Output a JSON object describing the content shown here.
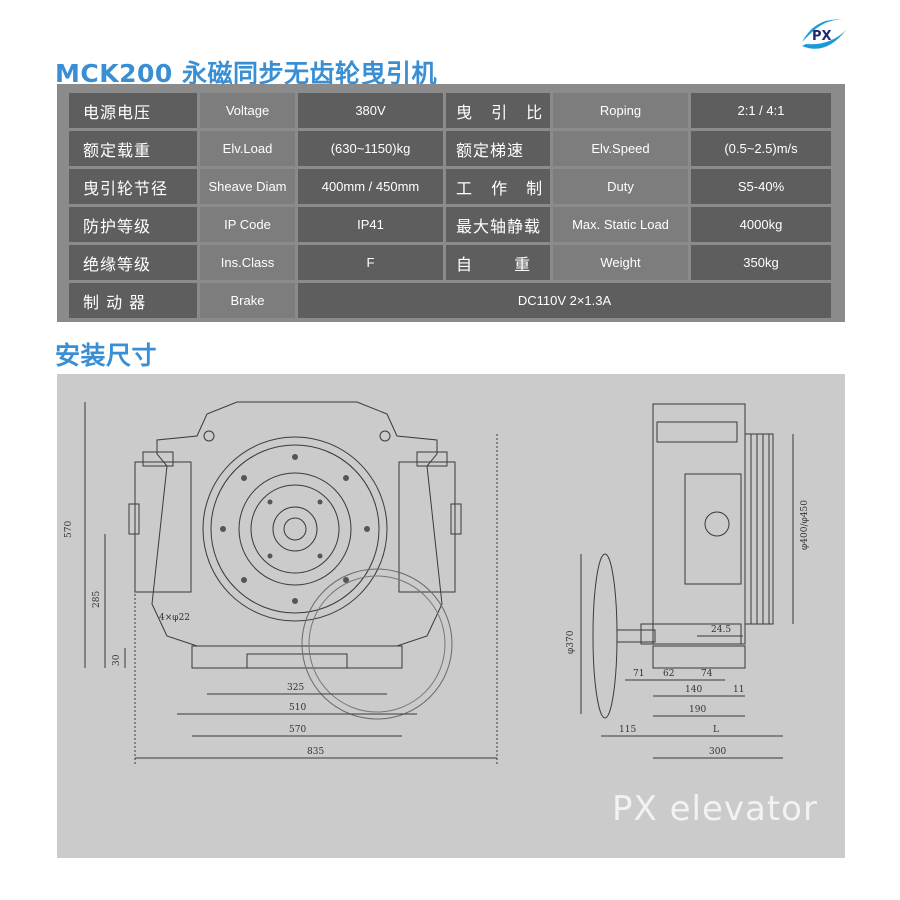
{
  "logo": {
    "text": "PX"
  },
  "title": "MCK200 永磁同步无齿轮曳引机",
  "install_heading": "安装尺寸",
  "specs": [
    {
      "cn": "电源电压",
      "en": "Voltage",
      "value": "380V",
      "cn2": "曳 引 比",
      "en2": "Roping",
      "value2": "2:1 / 4:1"
    },
    {
      "cn": "额定载重",
      "en": "Elv.Load",
      "value": "(630~1150)kg",
      "cn2": "额定梯速",
      "en2": "Elv.Speed",
      "value2": "(0.5~2.5)m/s"
    },
    {
      "cn": "曳引轮节径",
      "en": "Sheave Diam",
      "value": "400mm / 450mm",
      "cn2": "工 作 制",
      "en2": "Duty",
      "value2": "S5-40%"
    },
    {
      "cn": "防护等级",
      "en": "IP Code",
      "value": "IP41",
      "cn2": "最大轴静载",
      "en2": "Max. Static Load",
      "value2": "4000kg"
    },
    {
      "cn": "绝缘等级",
      "en": "Ins.Class",
      "value": "F",
      "cn2": "自　 重",
      "en2": "Weight",
      "value2": "350kg"
    }
  ],
  "brake": {
    "cn": "制 动 器",
    "en": "Brake",
    "value": "DC110V   2×1.3A"
  },
  "dims": {
    "h570": "570",
    "h285": "285",
    "h30": "30",
    "holes": "4×φ22",
    "w325": "325",
    "w510": "510",
    "w570": "570",
    "w835": "835",
    "d370": "φ370",
    "d400": "φ400/φ450",
    "s245": "24.5",
    "s71": "71",
    "s62": "62",
    "s74": "74",
    "s140": "140",
    "s11": "11",
    "s190": "190",
    "s115": "115",
    "sL": "L",
    "s300": "300"
  },
  "watermark": "PX elevator"
}
